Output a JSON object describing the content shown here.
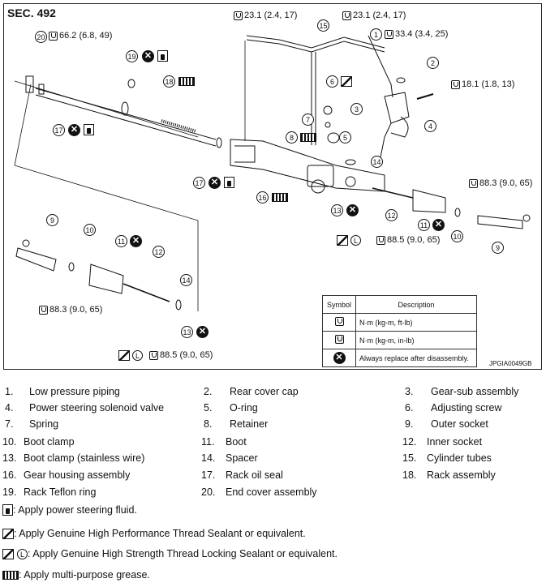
{
  "section_title": "SEC. 492",
  "figure_code": "JPGIA0049GB",
  "torque_labels": {
    "t20": "66.2 (6.8, 49)",
    "t_pipe_left": "23.1 (2.4, 17)",
    "t_pipe_right": "23.1 (2.4, 17)",
    "t1": "33.4 (3.4, 25)",
    "t_bolt": "18.1 (1.8, 13)",
    "t_right_socket": "88.3 (9.0, 65)",
    "t_right_inner": "88.5 (9.0, 65)",
    "t_left_socket": "88.3 (9.0, 65)",
    "t_left_inner": "88.5 (9.0, 65)"
  },
  "callouts": [
    "1",
    "2",
    "3",
    "4",
    "5",
    "6",
    "7",
    "8",
    "9",
    "9",
    "10",
    "10",
    "11",
    "11",
    "12",
    "12",
    "13",
    "13",
    "14",
    "14",
    "15",
    "16",
    "17",
    "17",
    "18",
    "19",
    "20"
  ],
  "lock_letter": "L",
  "legend": {
    "header_symbol": "Symbol",
    "header_description": "Description",
    "rows": [
      {
        "icon": "torque-icon",
        "description": "N·m (kg-m, ft-lb)"
      },
      {
        "icon": "torque-inlb-icon",
        "description": "N·m (kg-m, in-lb)"
      },
      {
        "icon": "replace-icon",
        "description": "Always replace after disassembly."
      }
    ]
  },
  "parts": [
    {
      "num": "1.",
      "name": "Low pressure piping"
    },
    {
      "num": "2.",
      "name": "Rear cover cap"
    },
    {
      "num": "3.",
      "name": "Gear-sub assembly"
    },
    {
      "num": "4.",
      "name": "Power steering solenoid valve"
    },
    {
      "num": "5.",
      "name": "O-ring"
    },
    {
      "num": "6.",
      "name": "Adjusting screw"
    },
    {
      "num": "7.",
      "name": "Spring"
    },
    {
      "num": "8.",
      "name": "Retainer"
    },
    {
      "num": "9.",
      "name": "Outer socket"
    },
    {
      "num": "10.",
      "name": "Boot clamp"
    },
    {
      "num": "11.",
      "name": "Boot"
    },
    {
      "num": "12.",
      "name": "Inner socket"
    },
    {
      "num": "13.",
      "name": "Boot clamp (stainless wire)"
    },
    {
      "num": "14.",
      "name": "Spacer"
    },
    {
      "num": "15.",
      "name": "Cylinder tubes"
    },
    {
      "num": "16.",
      "name": "Gear housing assembly"
    },
    {
      "num": "17.",
      "name": "Rack oil seal"
    },
    {
      "num": "18.",
      "name": "Rack assembly"
    },
    {
      "num": "19.",
      "name": "Rack Teflon ring"
    },
    {
      "num": "20.",
      "name": "End cover assembly"
    }
  ],
  "notes": {
    "fluid": ": Apply power steering fluid.",
    "sealant": ": Apply Genuine High Performance Thread Sealant or equivalent.",
    "locking": ": Apply Genuine High Strength Thread Locking Sealant or equivalent.",
    "grease": ": Apply multi-purpose grease."
  }
}
